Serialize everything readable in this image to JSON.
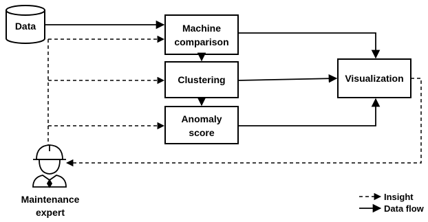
{
  "nodes": {
    "data": "Data",
    "machine_comparison": [
      "Machine",
      "comparison"
    ],
    "clustering": "Clustering",
    "anomaly_score": [
      "Anomaly",
      "score"
    ],
    "visualization": "Visualization",
    "maintenance_expert": [
      "Maintenance",
      "expert"
    ]
  },
  "legend": {
    "insight": "Insight",
    "data_flow": "Data flow"
  }
}
